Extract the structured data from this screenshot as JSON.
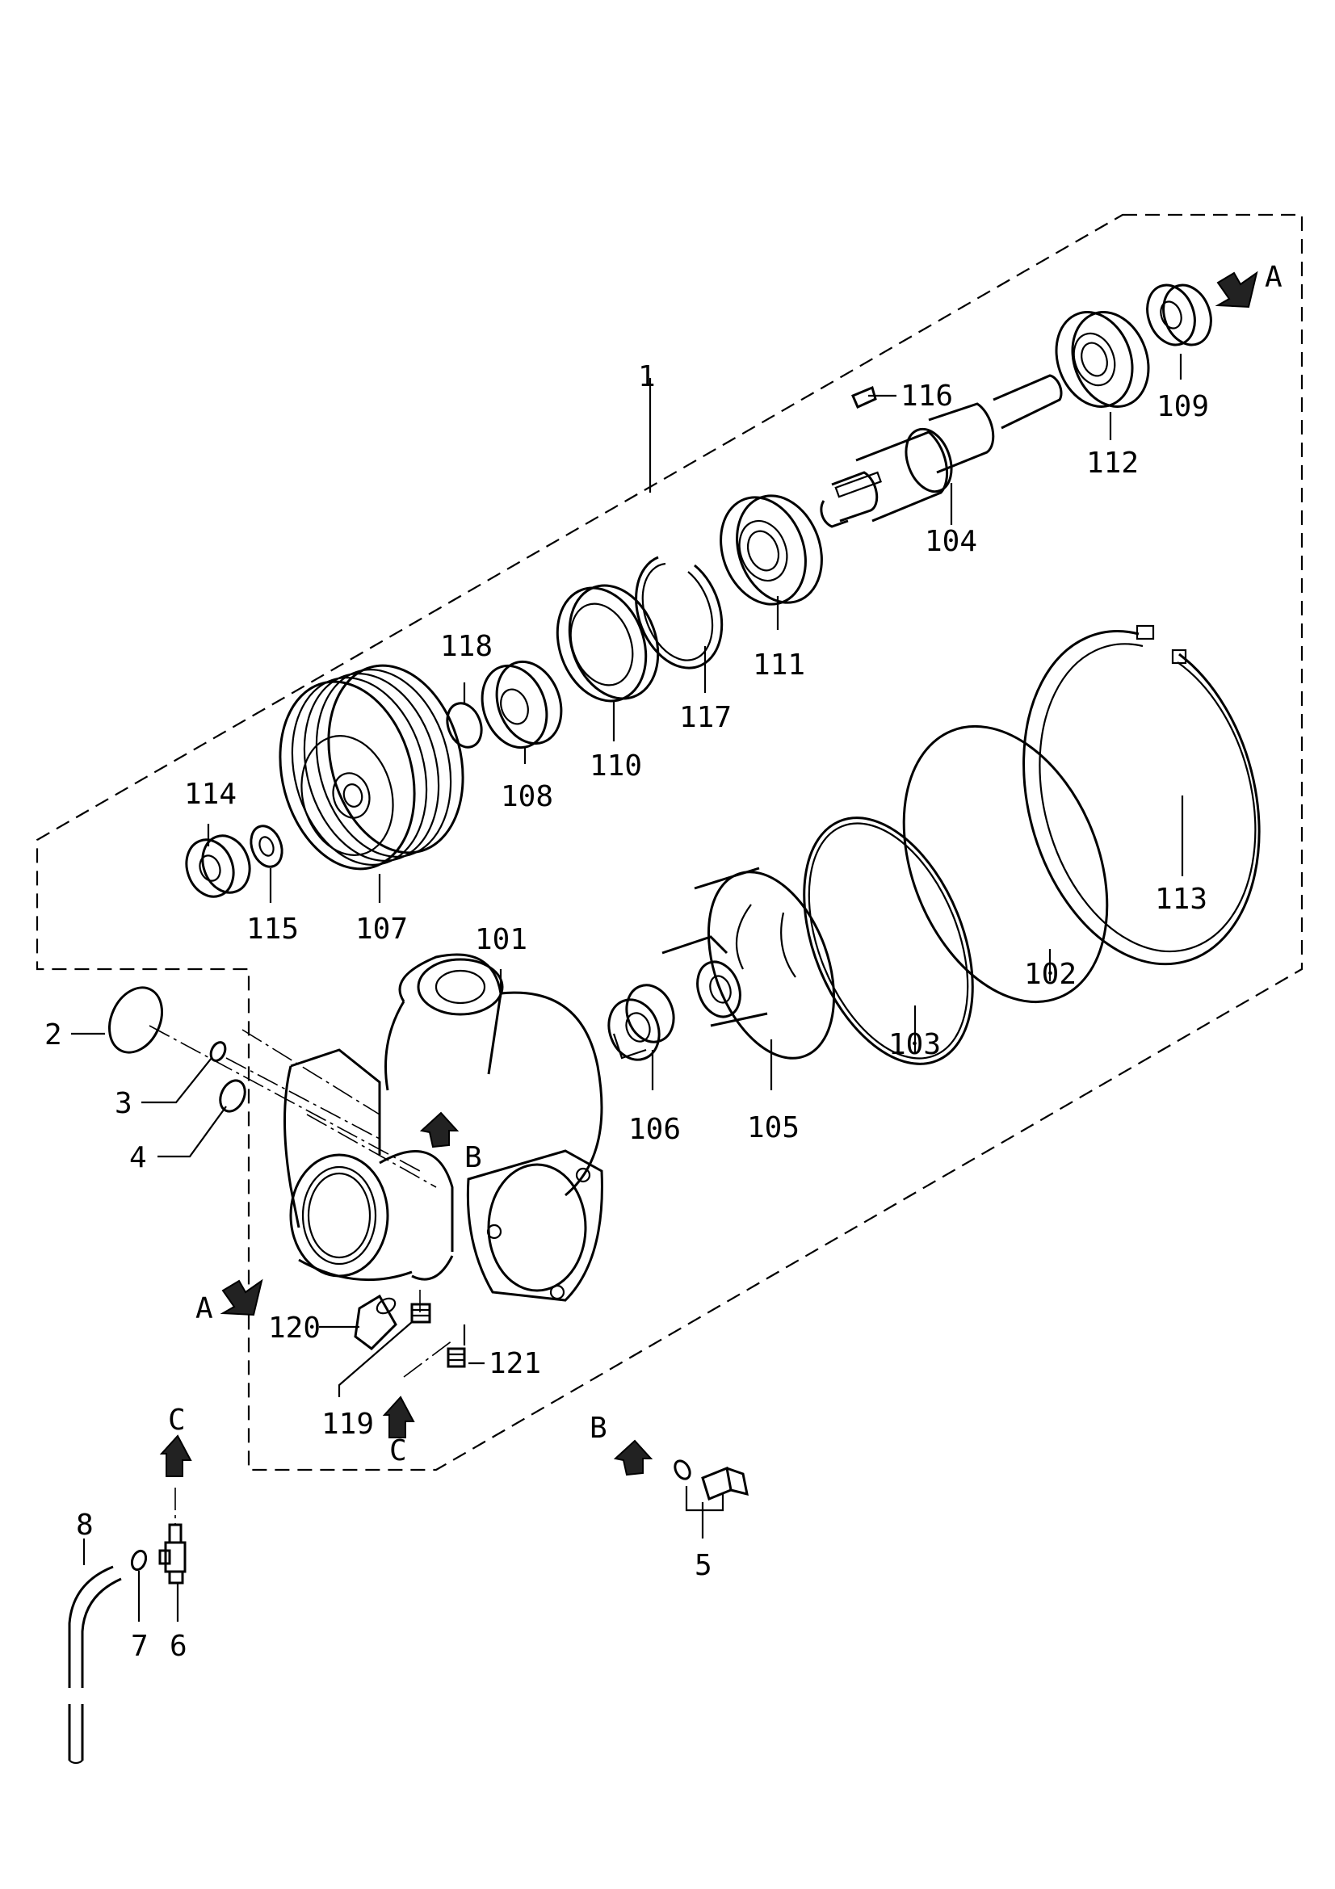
{
  "diagram": {
    "assembly_label": "1",
    "parts": {
      "p2": "2",
      "p3": "3",
      "p4": "4",
      "p5": "5",
      "p6": "6",
      "p7": "7",
      "p8": "8",
      "p101": "101",
      "p102": "102",
      "p103": "103",
      "p104": "104",
      "p105": "105",
      "p106": "106",
      "p107": "107",
      "p108": "108",
      "p109": "109",
      "p110": "110",
      "p111": "111",
      "p112": "112",
      "p113": "113",
      "p114": "114",
      "p115": "115",
      "p116": "116",
      "p117": "117",
      "p118": "118",
      "p119": "119",
      "p120": "120",
      "p121": "121"
    },
    "view_markers": {
      "a_top": "A",
      "a_left": "A",
      "b_body": "B",
      "b_bolt": "B",
      "c_body": "C",
      "c_fitting": "C"
    }
  }
}
